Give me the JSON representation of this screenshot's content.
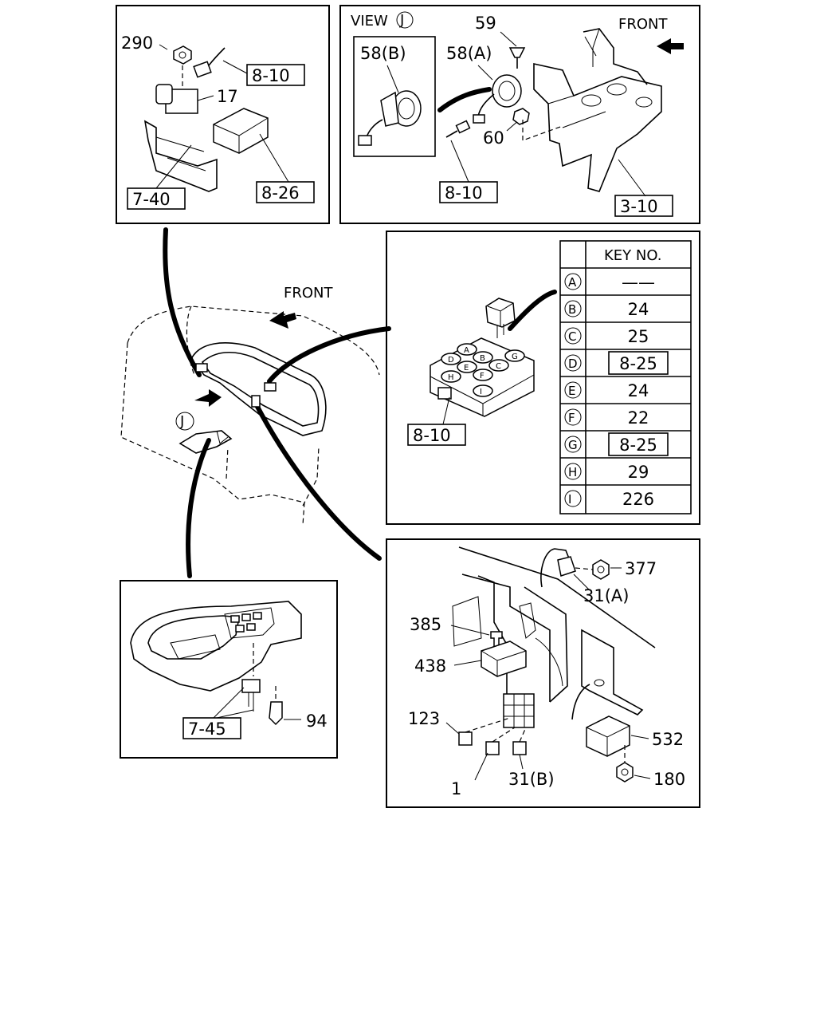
{
  "panels": {
    "top_left": {
      "callouts": [
        "290",
        "17"
      ],
      "refs": [
        "8-10",
        "8-26",
        "7-40"
      ]
    },
    "top_right": {
      "view_label": "VIEW",
      "view_letter": "J",
      "front_label": "FRONT",
      "callouts": [
        "59",
        "58(B)",
        "58(A)",
        "60"
      ],
      "refs": [
        "8-10",
        "3-10"
      ]
    },
    "center": {
      "front_label": "FRONT",
      "view_marker": "J"
    },
    "relay_block": {
      "ref": "8-10",
      "cell_letters": [
        "A",
        "B",
        "C",
        "D",
        "E",
        "F",
        "G",
        "H",
        "I"
      ],
      "table": {
        "header": "KEY NO.",
        "rows": [
          {
            "letter": "A",
            "key": "——",
            "boxed": false
          },
          {
            "letter": "B",
            "key": "24",
            "boxed": false
          },
          {
            "letter": "C",
            "key": "25",
            "boxed": false
          },
          {
            "letter": "D",
            "key": "8-25",
            "boxed": true
          },
          {
            "letter": "E",
            "key": "24",
            "boxed": false
          },
          {
            "letter": "F",
            "key": "22",
            "boxed": false
          },
          {
            "letter": "G",
            "key": "8-25",
            "boxed": true
          },
          {
            "letter": "H",
            "key": "29",
            "boxed": false
          },
          {
            "letter": "I",
            "key": "226",
            "boxed": false
          }
        ]
      }
    },
    "bottom_left": {
      "callouts": [
        "94"
      ],
      "refs": [
        "7-45"
      ]
    },
    "bottom_right": {
      "callouts": [
        "377",
        "31(A)",
        "385",
        "438",
        "123",
        "1",
        "31(B)",
        "532",
        "180"
      ]
    }
  }
}
